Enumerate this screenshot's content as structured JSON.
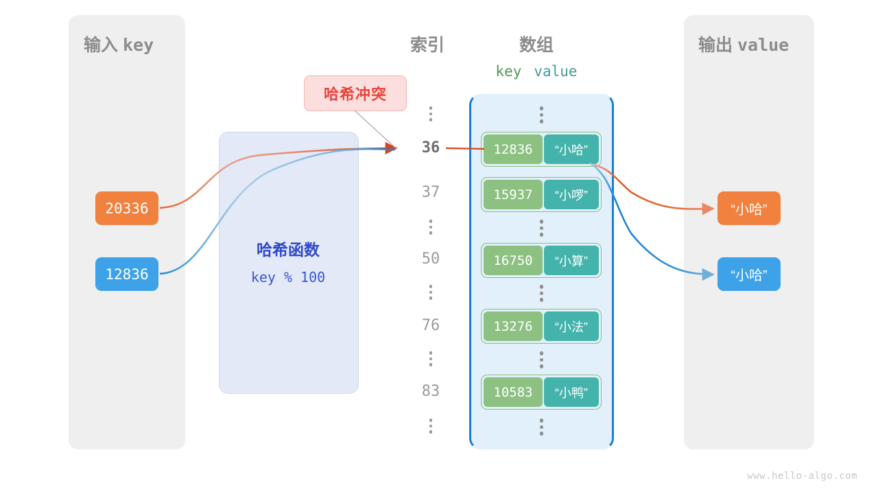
{
  "panels": {
    "input": {
      "title_cn": "输入",
      "title_mono": "key"
    },
    "output": {
      "title_cn": "输出",
      "title_mono": "value"
    }
  },
  "columns": {
    "index_title": "索引",
    "array_title": "数组",
    "key_header": "key",
    "value_header": "value"
  },
  "hash_function": {
    "label": "哈希函数",
    "formula": "key % 100"
  },
  "collision": {
    "label": "哈希冲突"
  },
  "input_keys": [
    {
      "value": "20336",
      "color": "#f1813f"
    },
    {
      "value": "12836",
      "color": "#3da2e8"
    }
  ],
  "output_values": [
    {
      "value": "“小哈”",
      "color": "#f1813f"
    },
    {
      "value": "“小哈”",
      "color": "#3da2e8"
    }
  ],
  "indices": [
    {
      "kind": "dots"
    },
    {
      "kind": "label",
      "text": "36",
      "active": true
    },
    {
      "kind": "label",
      "text": "37",
      "active": false
    },
    {
      "kind": "dots"
    },
    {
      "kind": "label",
      "text": "50",
      "active": false
    },
    {
      "kind": "dots"
    },
    {
      "kind": "label",
      "text": "76",
      "active": false
    },
    {
      "kind": "dots"
    },
    {
      "kind": "label",
      "text": "83",
      "active": false
    },
    {
      "kind": "dots"
    }
  ],
  "buckets": [
    {
      "key": "12836",
      "value": "“小哈”"
    },
    {
      "key": "15937",
      "value": "“小啰”"
    },
    {
      "key": "16750",
      "value": "“小算”"
    },
    {
      "key": "13276",
      "value": "“小法”"
    },
    {
      "key": "10583",
      "value": "“小鸭”"
    }
  ],
  "colors": {
    "panel_bg": "#efefef",
    "array_bg": "#e1f0fa",
    "array_border": "#1a7fd4",
    "cell_key": "#8cc182",
    "cell_value": "#44b3ac",
    "hash_bg": "#e4e9f8",
    "hash_text": "#2f49c9",
    "collision_bg": "#fbdedd",
    "collision_text": "#e8443a",
    "orange": "#f1813f",
    "blue": "#3da2e8"
  },
  "watermark": "www.hello-algo.com"
}
